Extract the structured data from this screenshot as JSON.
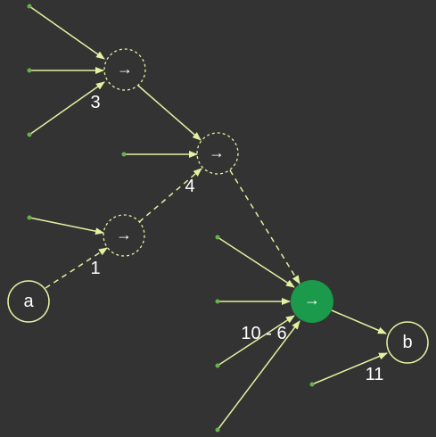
{
  "colors": {
    "background": "#333333",
    "edge": "#e2f2a0",
    "source_dot": "#6ab04c",
    "active_fill": "#1a9a4a"
  },
  "nodes": {
    "a": {
      "label": "a"
    },
    "b": {
      "label": "b"
    },
    "junction_1": {
      "icon": "arrow-right-icon",
      "glyph": "→"
    },
    "junction_3": {
      "icon": "arrow-right-icon",
      "glyph": "→"
    },
    "junction_4": {
      "icon": "arrow-right-icon",
      "glyph": "→"
    },
    "junction_active": {
      "icon": "arrow-right-icon",
      "glyph": "→"
    }
  },
  "edge_labels": {
    "junction_1": "1",
    "junction_3": "3",
    "junction_4": "4",
    "junction_active": "10 - 6",
    "b": "11"
  }
}
